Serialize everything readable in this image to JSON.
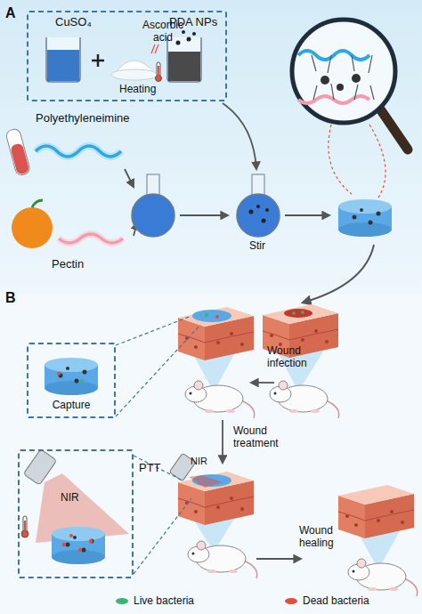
{
  "diagram": {
    "nodes": [
      {
        "text": [
          "CuSO₄",
          "Ascorbic acid",
          "Heating",
          "PDA NPs"
        ]
      },
      {
        "text": [
          "Capture"
        ]
      },
      {
        "text": [
          "PTT",
          "NIR"
        ]
      }
    ],
    "labels": [
      "A",
      "Polyethyleneimine",
      "Pectin",
      "Stir",
      "B",
      "Wound infection",
      "Wound treatment",
      "NIR",
      "Wound healing"
    ],
    "legend": [
      {
        "text": "Live bacteria",
        "color": "#3cb371"
      },
      {
        "text": "Dead bacteria",
        "color": "#e0503c"
      }
    ]
  }
}
